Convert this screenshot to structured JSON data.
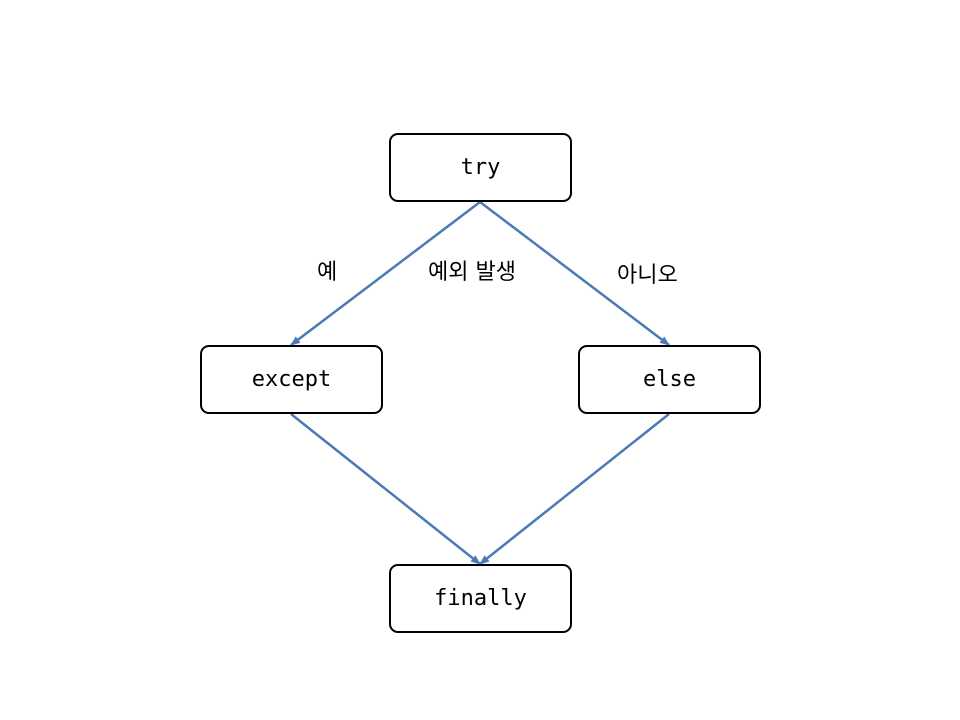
{
  "diagram": {
    "nodes": {
      "try": "try",
      "except": "except",
      "else": "else",
      "finally": "finally"
    },
    "labels": {
      "yes": "예",
      "exception": "예외 발생",
      "no": "아니오"
    },
    "colors": {
      "arrow": "#4a7ab5",
      "border": "#000000",
      "background": "#ffffff"
    }
  }
}
